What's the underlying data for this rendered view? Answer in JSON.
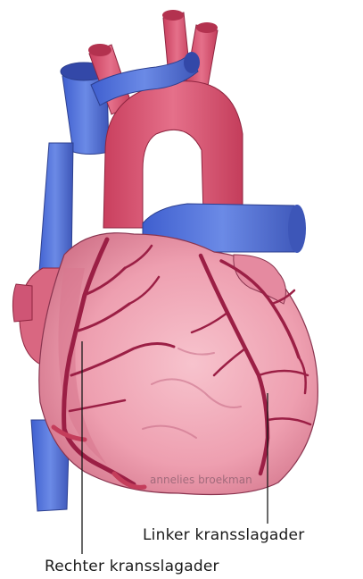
{
  "labels": {
    "left_coronary_artery": "Linker kransslagader",
    "right_coronary_artery": "Rechter kransslagader"
  },
  "watermark": "annelies broekman",
  "colors": {
    "vein_blue": "#4f6fd6",
    "artery_red": "#d9566e",
    "heart_pink": "#f1a7b6",
    "vessel_dark": "#9b1f45",
    "outline": "#3a2a3a"
  }
}
